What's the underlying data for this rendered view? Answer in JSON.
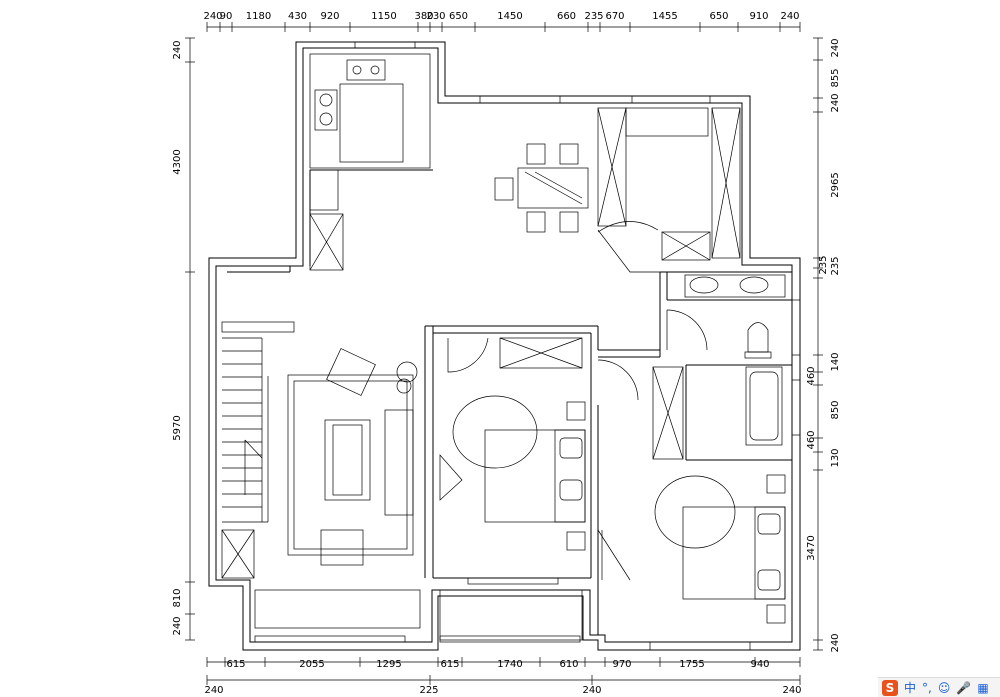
{
  "dimensions": {
    "top": [
      "240",
      "90",
      "1180",
      "430",
      "920",
      "1150",
      "380",
      "230",
      "650",
      "1450",
      "660",
      "235",
      "670",
      "1455",
      "650",
      "910",
      "240"
    ],
    "bottom": [
      "615",
      "2055",
      "1295",
      "615",
      "1740",
      "610",
      "970",
      "1755",
      "940"
    ],
    "bottom_outer": [
      "240",
      "225",
      "240",
      "240"
    ],
    "left": [
      "240",
      "4300",
      "5970",
      "810",
      "240"
    ],
    "right": [
      "240",
      "855",
      "240",
      "2965",
      "235",
      "235",
      "140",
      "460",
      "850",
      "460",
      "130",
      "3470",
      "240"
    ]
  },
  "taskbar": {
    "logo": "S",
    "items": [
      "中",
      "°,",
      "☺",
      "🎤",
      "▦"
    ]
  }
}
